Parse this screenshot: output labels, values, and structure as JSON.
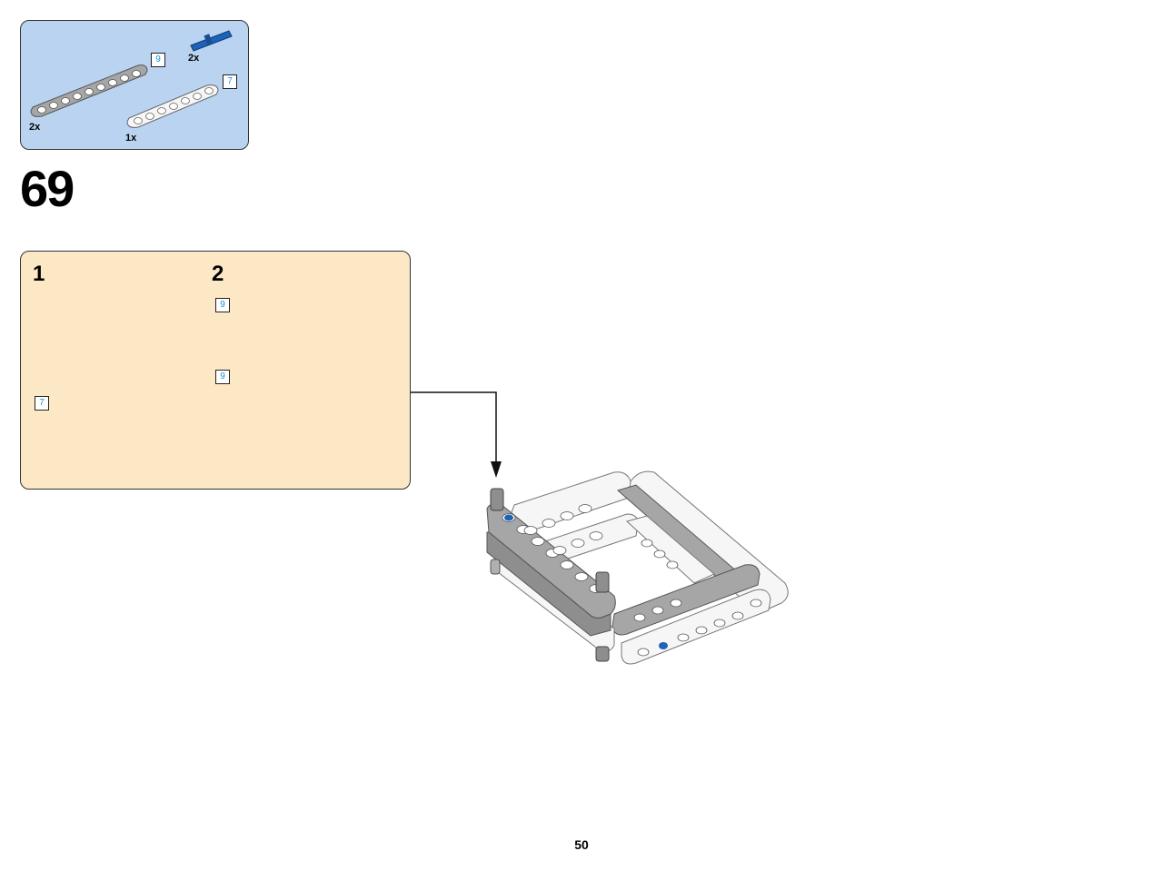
{
  "step": {
    "number": "69"
  },
  "parts_list": {
    "items": [
      {
        "name": "gray-beam",
        "quantity": "2x",
        "length": "9"
      },
      {
        "name": "blue-pin",
        "quantity": "2x"
      },
      {
        "name": "white-beam",
        "quantity": "1x",
        "length": "7"
      }
    ]
  },
  "substeps": [
    {
      "number": "1",
      "badges": [
        "7"
      ]
    },
    {
      "number": "2",
      "badges": [
        "9",
        "9"
      ]
    }
  ],
  "colors": {
    "parts_bg": "#b9d3f0",
    "substep_bg": "#fde8c6",
    "beam_gray": "#a6a6a6",
    "beam_white": "#f6f6f6",
    "pin_blue": "#1f63b8",
    "arrow_red": "#e02020",
    "badge_text": "#1a90d9"
  },
  "page": {
    "number": "50"
  }
}
